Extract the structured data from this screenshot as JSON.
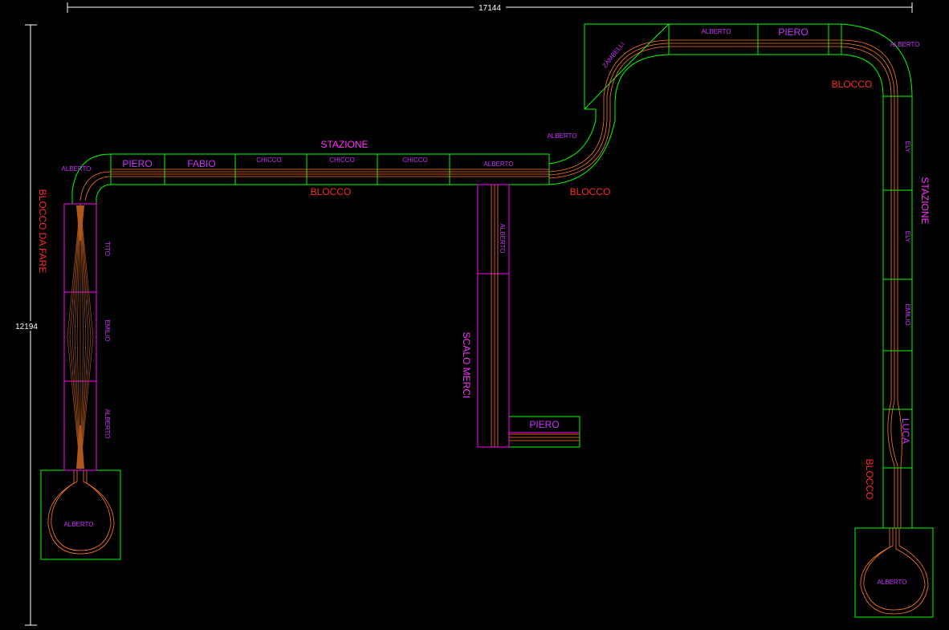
{
  "dimensions": {
    "width_label": "17144",
    "height_label": "12194"
  },
  "colors": {
    "outline": "#00ff00",
    "module": "#ff00ff",
    "track": "#ff7a1a",
    "text_owner": "#cc33ff",
    "text_station": "#ff33ff",
    "text_block": "#ff2a2a",
    "dim": "#ffffff"
  },
  "modules": {
    "top_row": [
      "PIERO",
      "FABIO",
      "CHICCO",
      "CHICCO",
      "CHICCO",
      "ALBERTO"
    ],
    "upper_right": [
      "ZAMBELLI",
      "ALBERTO",
      "PIERO",
      "ALBERTO"
    ],
    "left_column": [
      "TITO",
      "EMILIO",
      "ALBERTO"
    ],
    "left_corner": "ALBERTO",
    "right_column": [
      "ELY",
      "ELY",
      "EMILIO",
      "LUCA"
    ],
    "connector": "ALBERTO",
    "yard": [
      "ALBERTO",
      "PIERO"
    ],
    "loop_left": "ALBERTO",
    "loop_right": "ALBERTO"
  },
  "labels": {
    "stazione_top": "STAZIONE",
    "stazione_right": "STAZIONE",
    "blocco_main": "BLOCCO",
    "blocco_curve": "BLOCCO",
    "blocco_upper_right": "BLOCCO",
    "blocco_right": "BLOCCO",
    "blocco_da_fare": "BLOCCO DA FARE",
    "scalo_merci": "SCALO MERCI"
  }
}
